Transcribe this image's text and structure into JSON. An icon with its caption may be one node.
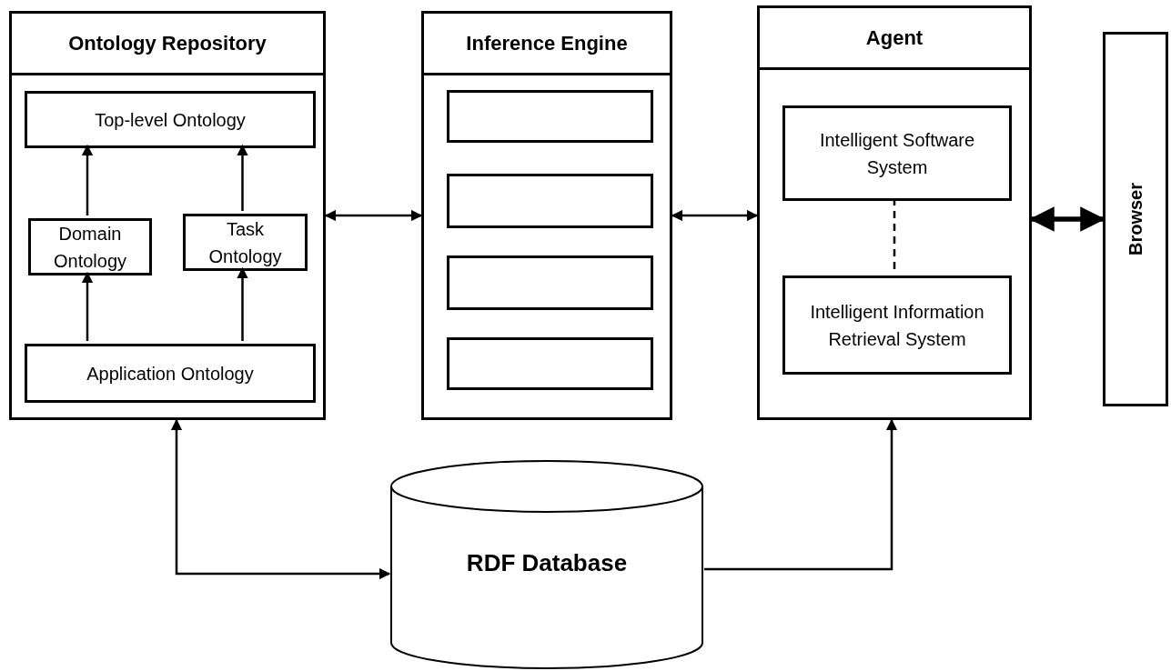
{
  "diagram": {
    "nodes": [
      {
        "text": [
          "Ontology Repository"
        ]
      },
      {
        "text": [
          "Top-level Ontology"
        ],
        "in": 0
      },
      {
        "text": [
          "Domain Ontology"
        ],
        "in": 0
      },
      {
        "text": [
          "Task Ontology"
        ],
        "in": 0
      },
      {
        "text": [
          "Application Ontology"
        ],
        "in": 0
      },
      {
        "text": [
          "Inference Engine"
        ]
      },
      {
        "text": [],
        "shape": "box",
        "in": 5
      },
      {
        "text": [],
        "shape": "box",
        "in": 5
      },
      {
        "text": [],
        "shape": "box",
        "in": 5
      },
      {
        "text": [],
        "shape": "box",
        "in": 5
      },
      {
        "text": [
          "Agent"
        ]
      },
      {
        "text": [
          "Intelligent Software System"
        ],
        "in": 10
      },
      {
        "text": [
          "Intelligent Information Retrieval System"
        ],
        "in": 10
      },
      {
        "text": [
          "Browser"
        ]
      },
      {
        "text": [
          "RDF Database"
        ]
      }
    ],
    "edges": [
      {
        "from": 2,
        "to": 1,
        "arrow": "to"
      },
      {
        "from": 3,
        "to": 1,
        "arrow": "to"
      },
      {
        "from": 4,
        "to": 2,
        "arrow": "to"
      },
      {
        "from": 4,
        "to": 3,
        "arrow": "to"
      },
      {
        "from": 0,
        "to": 5,
        "arrow": "both"
      },
      {
        "from": 5,
        "to": 10,
        "arrow": "both"
      },
      {
        "from": 10,
        "to": 13,
        "arrow": "both",
        "style": "thick"
      },
      {
        "from": 11,
        "to": 12,
        "arrow": "none",
        "style": "dashed"
      },
      {
        "from": 0,
        "to": 14,
        "arrow": "both"
      },
      {
        "from": 14,
        "to": 10,
        "arrow": "to"
      }
    ]
  }
}
